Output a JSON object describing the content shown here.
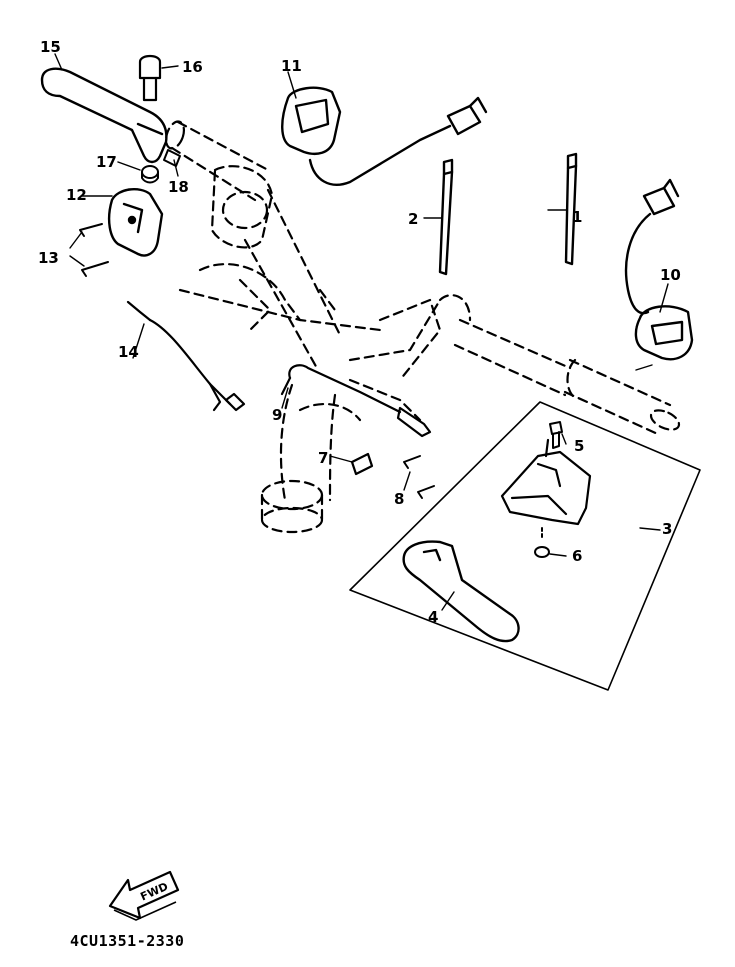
{
  "diagram": {
    "part_number": "4CU1351-2330",
    "direction_label": "FWD",
    "callouts": [
      "1",
      "2",
      "3",
      "4",
      "5",
      "6",
      "7",
      "8",
      "9",
      "10",
      "11",
      "12",
      "13",
      "14",
      "15",
      "16",
      "17",
      "18"
    ]
  }
}
